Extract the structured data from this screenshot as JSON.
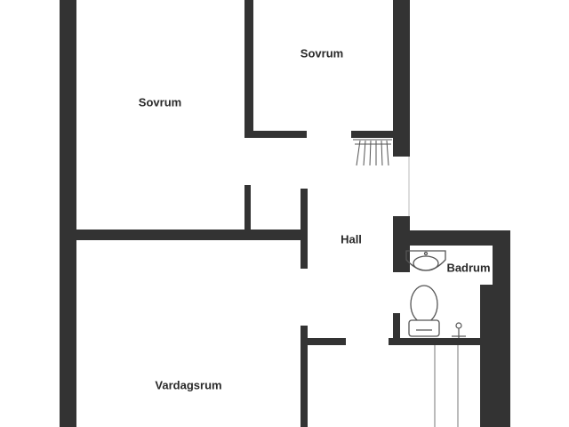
{
  "floor_plan": {
    "colors": {
      "wall": "#333333",
      "fixture": "#555555",
      "background": "#ffffff"
    },
    "rooms": {
      "bedroom_1": {
        "label": "Sovrum"
      },
      "bedroom_2": {
        "label": "Sovrum"
      },
      "hall": {
        "label": "Hall"
      },
      "bathroom": {
        "label": "Badrum"
      },
      "living_room": {
        "label": "Vardagsrum"
      }
    },
    "fixtures": [
      "sink-icon",
      "toilet-icon",
      "shower-icon",
      "wardrobe-icon",
      "faucet-icon"
    ]
  }
}
